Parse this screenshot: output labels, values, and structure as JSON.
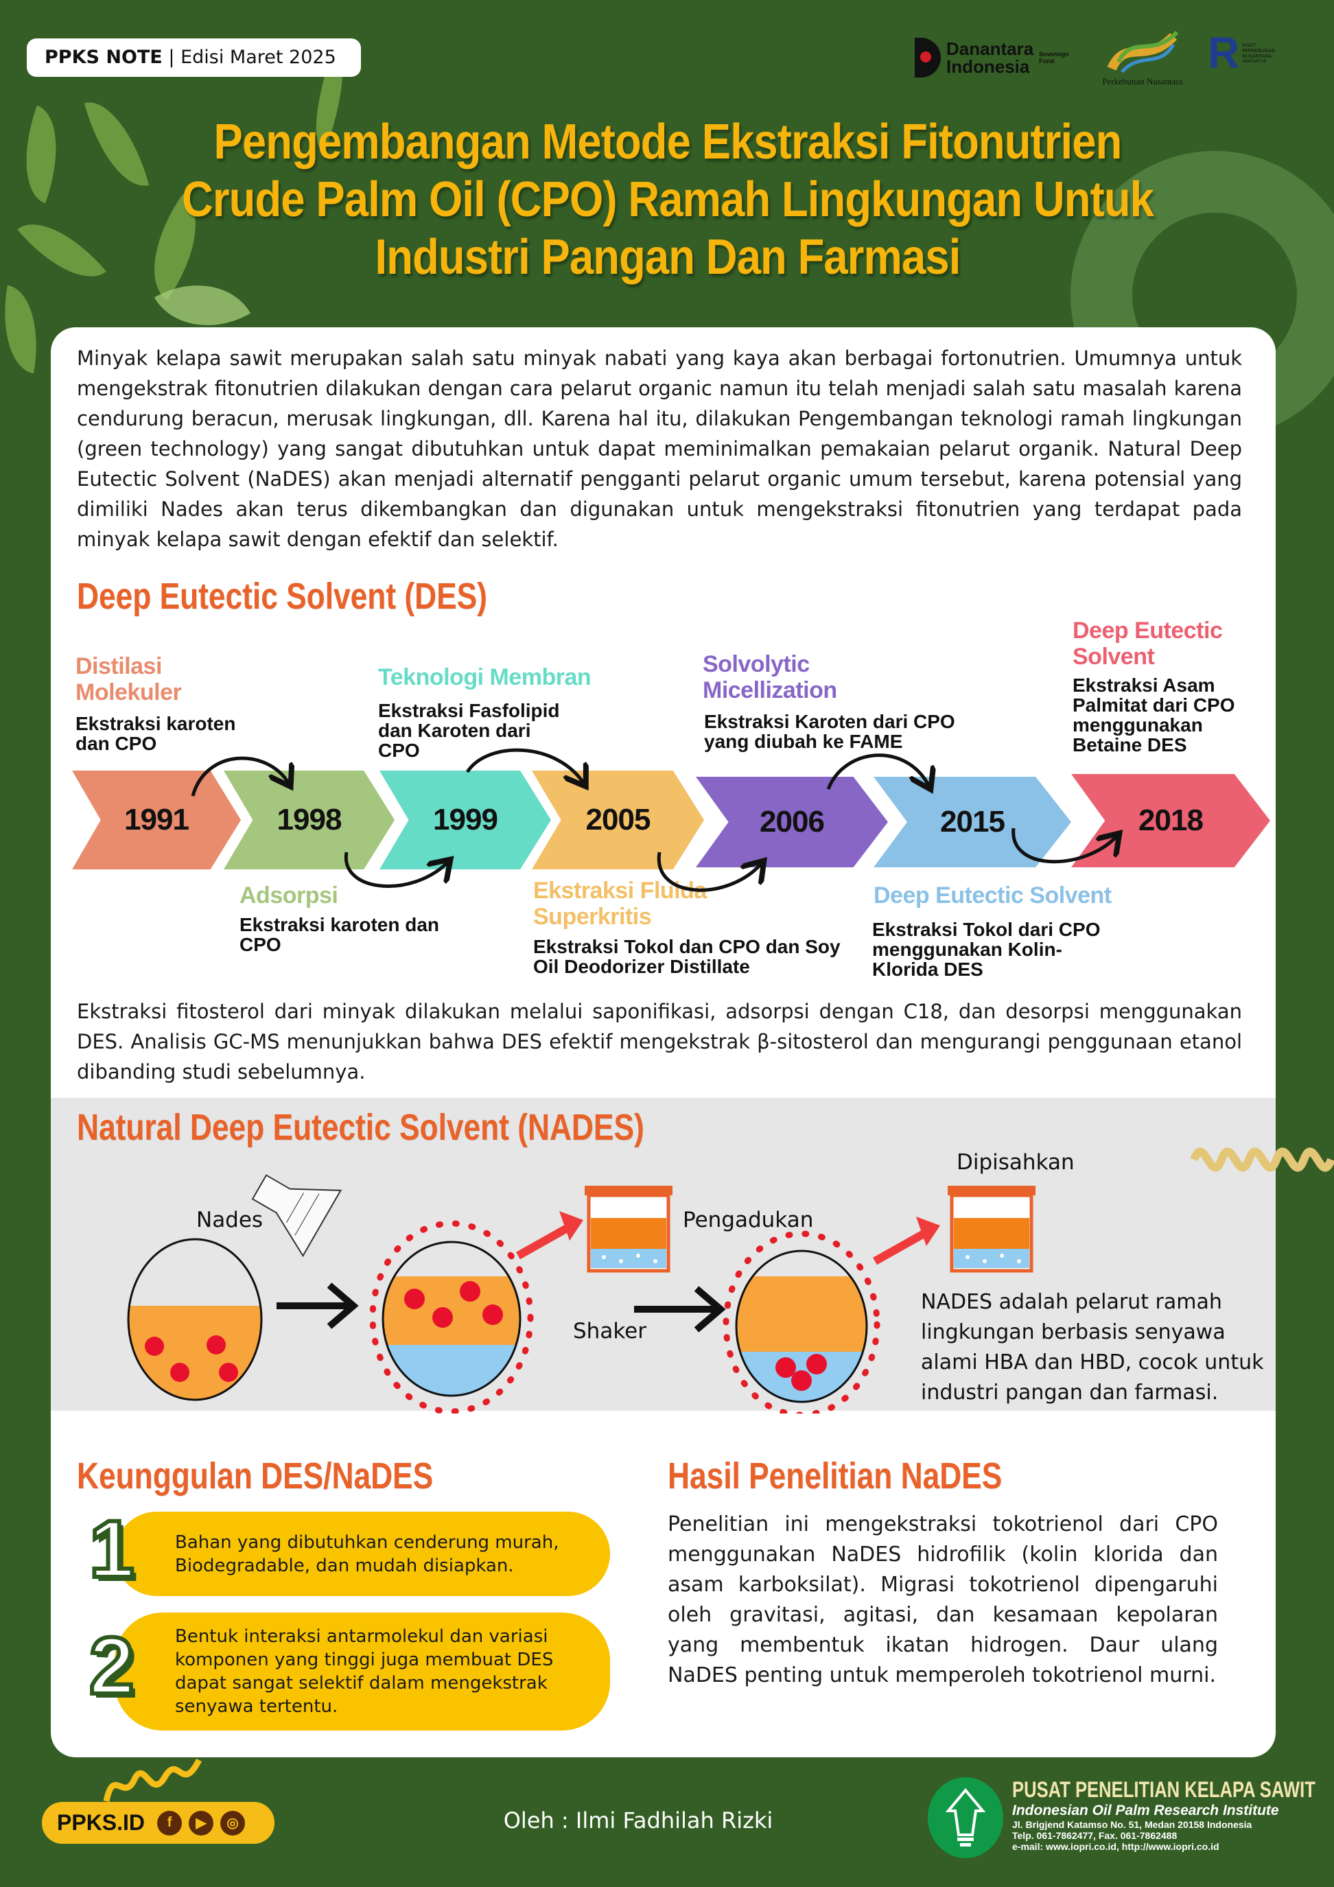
{
  "header": {
    "badge_brand": "PPKS NOTE",
    "badge_separator": "|",
    "badge_edition": "Edisi Maret 2025",
    "logos": {
      "danantara_line1": "Danantara",
      "danantara_line2": "Indonesia",
      "danantara_sub": "Sovereign Fund",
      "perkebunan": "Perkebunan Nusantara",
      "riset": "RISET PERKEBUNAN NUSANTARA",
      "riset_sub": "INNOVATOR"
    },
    "title_lines": [
      "Pengembangan Metode Ekstraksi Fitonutrien",
      "Crude Palm Oil (CPO) Ramah Lingkungan Untuk",
      "Industri Pangan Dan Farmasi"
    ]
  },
  "intro": "Minyak kelapa sawit merupakan salah satu minyak nabati yang kaya akan berbagai fortonutrien. Umumnya untuk mengekstrak fitonutrien dilakukan dengan cara pelarut organic namun itu telah menjadi salah satu masalah karena cendurung beracun, merusak lingkungan, dll. Karena hal itu, dilakukan Pengembangan teknologi ramah lingkungan (green technology) yang sangat dibutuhkan untuk dapat meminimalkan pemakaian pelarut organik. Natural Deep Eutectic Solvent (NaDES) akan menjadi alternatif pengganti pelarut organic umum tersebut, karena potensial yang dimiliki Nades akan terus dikembangkan dan digunakan untuk mengekstraksi fitonutrien yang terdapat pada minyak kelapa sawit dengan efektif dan selektif.",
  "des": {
    "heading": "Deep Eutectic Solvent (DES)",
    "timeline": [
      {
        "year": "1991",
        "title": "Distilasi Molekuler",
        "desc": "Ekstraksi karoten dan CPO",
        "color": "#e98b6d"
      },
      {
        "year": "1998",
        "title": "Adsorpsi",
        "desc": "Ekstraksi karoten dan CPO",
        "color": "#a5c67e"
      },
      {
        "year": "1999",
        "title": "Teknologi Membran",
        "desc": "Ekstraksi Fasfolipid dan Karoten dari CPO",
        "color": "#66dcc7"
      },
      {
        "year": "2005",
        "title": "Ekstraksi Fluida Superkritis",
        "desc": "Ekstraksi Tokol dan CPO dan Soy Oil Deodorizer Distillate",
        "color": "#f3bf67"
      },
      {
        "year": "2006",
        "title": "Solvolytic Micellization",
        "desc": "Ekstraksi Karoten dari CPO yang diubah ke FAME",
        "color": "#8866c6"
      },
      {
        "year": "2015",
        "title": "Deep Eutectic Solvent",
        "desc": "Ekstraksi Tokol dari CPO menggunakan Kolin-Klorida DES",
        "color": "#8bc1e6"
      },
      {
        "year": "2018",
        "title": "Deep Eutectic Solvent",
        "desc": "Ekstraksi Asam Palmitat dari CPO menggunakan Betaine DES",
        "color": "#ec6171"
      }
    ],
    "summary": "Ekstraksi fitosterol dari minyak dilakukan melalui saponifikasi, adsorpsi dengan C18, dan desorpsi menggunakan DES. Analisis GC-MS menunjukkan bahwa DES efektif mengekstrak β-sitosterol dan mengurangi penggunaan etanol dibanding studi sebelumnya."
  },
  "nades": {
    "heading": "Natural Deep Eutectic Solvent (NADES)",
    "label_nades": "Nades",
    "label_pengadukan": "Pengadukan",
    "label_shaker": "Shaker",
    "label_dipisahkan": "Dipisahkan",
    "description": "NADES adalah pelarut ramah lingkungan berbasis senyawa alami HBA dan HBD, cocok untuk industri pangan dan farmasi."
  },
  "advantages": {
    "heading": "Keunggulan DES/NaDES",
    "items": [
      {
        "number": "1",
        "text": "Bahan yang dibutuhkan cenderung murah, Biodegradable, dan mudah disiapkan."
      },
      {
        "number": "2",
        "text": "Bentuk interaksi antarmolekul dan variasi komponen yang tinggi  juga membuat DES dapat sangat selektif dalam mengekstrak senyawa tertentu."
      }
    ]
  },
  "results": {
    "heading": "Hasil Penelitian NaDES",
    "text": "Penelitian ini mengekstraksi tokotrienol dari CPO menggunakan NaDES hidrofilik (kolin klorida dan asam karboksilat). Migrasi tokotrienol dipengaruhi oleh gravitasi, agitasi, dan kesamaan kepolaran yang membentuk ikatan hidrogen. Daur ulang NaDES penting untuk memperoleh tokotrienol murni."
  },
  "footer": {
    "site": "PPKS.ID",
    "social": [
      "facebook-icon",
      "youtube-icon",
      "instagram-icon"
    ],
    "author": "Oleh : Ilmi Fadhilah Rizki",
    "org_name": "PUSAT PENELITIAN KELAPA SAWIT",
    "org_english": "Indonesian Oil Palm Research Institute",
    "address": "Jl. Brigjend Katamso No. 51, Medan 20158 Indonesia",
    "phone": "Telp. 061-7862477, Fax. 061-7862488",
    "email": "e-mail: www.iopri.co.id, http://www.iopri.co.id"
  },
  "colors": {
    "background": "#345e25",
    "title": "#f6b40c",
    "heading": "#e8622a",
    "pill": "#f9c300"
  }
}
